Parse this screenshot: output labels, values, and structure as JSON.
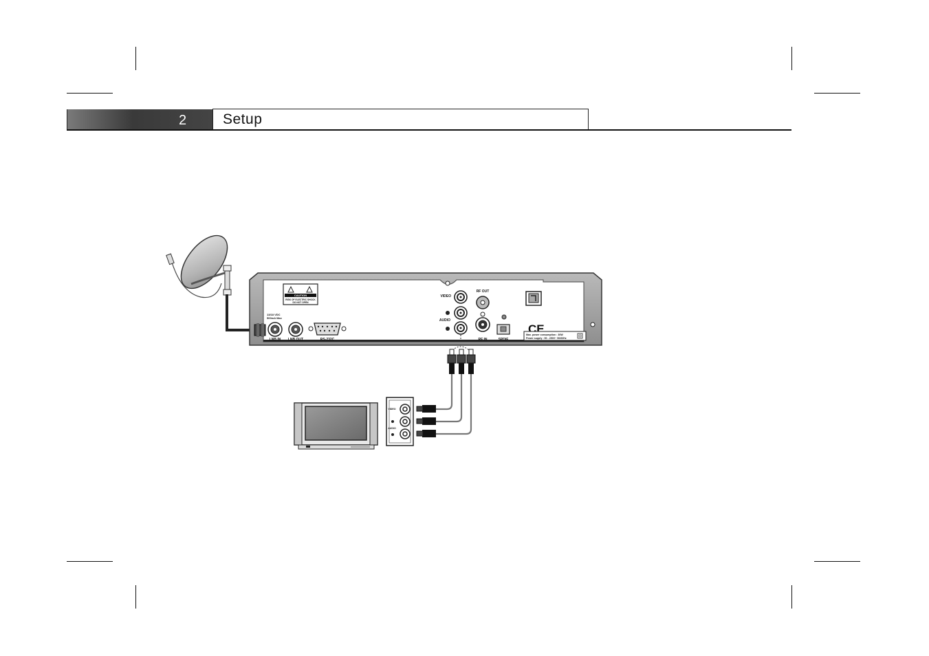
{
  "header": {
    "chapter_number": "2",
    "chapter_title": "Setup"
  },
  "receiver": {
    "caution_title": "CAUTION",
    "caution_text_1": "RISK OF ELECTRIC SHOCK",
    "caution_text_2": "DO NOT OPEN",
    "lnb_spec_1": "13/18 VDC",
    "lnb_spec_2": "500mA Max",
    "label_lnb_in": "LNB IN",
    "label_lnb_out": "LNB OUT",
    "label_rs232c": "RS-232C",
    "label_video": "VIDEO",
    "label_audio": "AUDIO",
    "label_rf_out": "RF OUT",
    "label_rf_in": "RF IN",
    "label_spdif": "SPDIF",
    "ce_mark": "CE",
    "power_line_1": "Max. power consumption : 30W",
    "power_line_2": "Power supply : 90 - 250V~  50/60Hz"
  },
  "tv_panel": {
    "label_video": "VIDEO",
    "label_audio": "AUDIO"
  }
}
